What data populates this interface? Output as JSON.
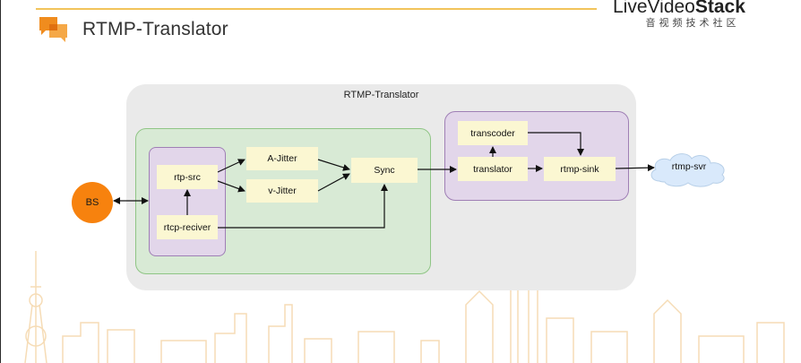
{
  "slide": {
    "title": "RTMP-Translator"
  },
  "logo": {
    "main_prefix": "LiveVideo",
    "main_suffix": "Stack",
    "subtitle": "音视频技术社区"
  },
  "colors": {
    "accent": "#f2c45b",
    "title_icon": "#f08c1e",
    "outer_group": "#eaeaea",
    "green_group": "#d8ead5",
    "purple_group": "#e2d6ea",
    "node_fill": "#fbf7d2",
    "bs_fill": "#f7820e",
    "cloud_fill": "#d9e9fb"
  },
  "diagram": {
    "outer_label": "RTMP-Translator",
    "nodes": {
      "bs": "BS",
      "rtp_src": "rtp-src",
      "rtcp_reciver": "rtcp-reciver",
      "a_jitter": "A-Jitter",
      "v_jitter": "v-Jitter",
      "sync": "Sync",
      "transcoder": "transcoder",
      "translator": "translator",
      "rtmp_sink": "rtmp-sink",
      "rtmp_svr": "rtmp-svr"
    },
    "edges": [
      [
        "BS",
        "rtp-src/rtcp-reciver group (bidirectional)"
      ],
      [
        "rtcp-reciver",
        "rtp-src"
      ],
      [
        "rtp-src",
        "A-Jitter"
      ],
      [
        "rtp-src",
        "v-Jitter"
      ],
      [
        "A-Jitter",
        "Sync"
      ],
      [
        "v-Jitter",
        "Sync"
      ],
      [
        "rtcp-reciver",
        "Sync"
      ],
      [
        "Sync",
        "translator"
      ],
      [
        "translator",
        "transcoder"
      ],
      [
        "transcoder",
        "rtmp-sink"
      ],
      [
        "translator",
        "rtmp-sink"
      ],
      [
        "rtmp-sink",
        "rtmp-svr"
      ]
    ]
  }
}
